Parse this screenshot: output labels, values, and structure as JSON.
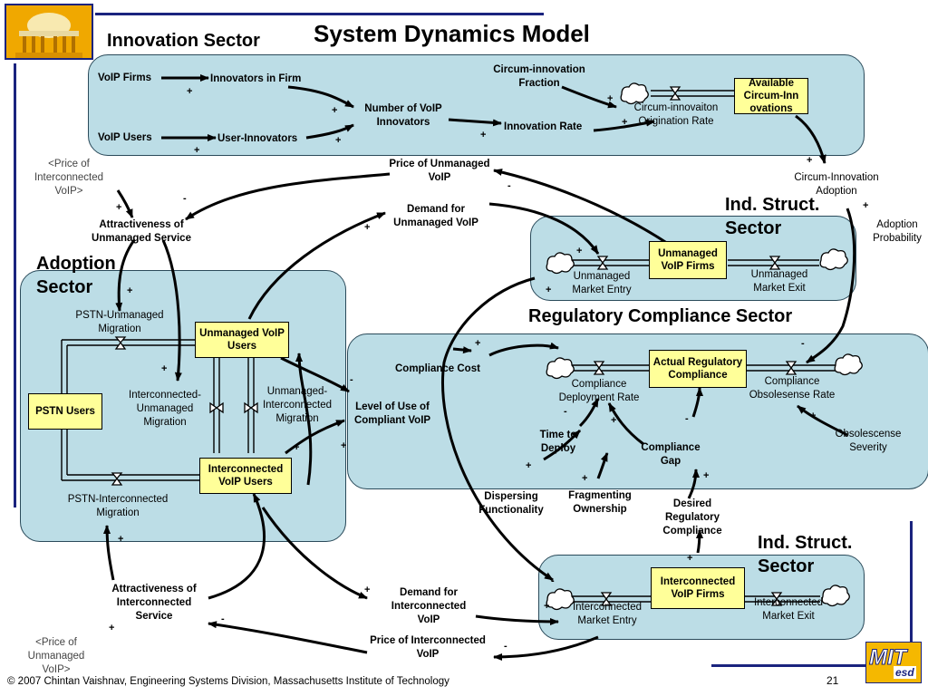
{
  "title": "System Dynamics Model",
  "sectors": {
    "innovation": "Innovation Sector",
    "adoption": "Adoption Sector",
    "ind_struct_1": "Ind. Struct. Sector",
    "regulatory": "Regulatory Compliance Sector",
    "ind_struct_2": "Ind. Struct. Sector"
  },
  "stocks": {
    "available_circum": "Available Circum-Inn ovations",
    "unmanaged_firms": "Unmanaged VoIP Firms",
    "unmanaged_users": "Unmanaged VoIP Users",
    "pstn_users": "PSTN Users",
    "interconnected_users": "Interconnected VoIP Users",
    "actual_compliance": "Actual Regulatory Compliance",
    "interconnected_firms": "Interconnected VoIP Firms"
  },
  "variables": {
    "voip_firms": "VoIP Firms",
    "innovators_in_firm": "Innovators in Firm",
    "voip_users": "VoIP Users",
    "user_innovators": "User-Innovators",
    "number_of_innovators": "Number of VoIP Innovators",
    "innovation_rate": "Innovation Rate",
    "circum_fraction": "Circum-innovation Fraction",
    "circum_origination": "Circum-innovaiton Origination Rate",
    "circum_adoption": "Circum-Innovation Adoption",
    "adoption_probability": "Adoption Probability",
    "price_interconnected_top": "<Price of Interconnected VoIP>",
    "price_unmanaged": "Price of Unmanaged VoIP",
    "demand_unmanaged": "Demand for Unmanaged VoIP",
    "attract_unmanaged": "Attractiveness of Unmanaged Service",
    "pstn_unmanaged_migration": "PSTN-Unmanaged Migration",
    "interconnected_unmanaged_migration": "Interconnected- Unmanaged Migration",
    "unmanaged_interconnected_migration": "Unmanaged- Interconnected Migration",
    "level_of_use": "Level of Use of Compliant VoIP",
    "pstn_interconnected_migration": "PSTN-Interconnected Migration",
    "unmanaged_market_entry": "Unmanaged Market Entry",
    "unmanaged_market_exit": "Unmanaged Market Exit",
    "compliance_cost": "Compliance Cost",
    "compliance_deployment": "Compliance Deployment Rate",
    "compliance_obsolescense": "Compliance Obsolesense Rate",
    "obsolescense_severity": "Obsolescense Severity",
    "time_to_deploy": "Time to Deploy",
    "compliance_gap": "Compliance Gap",
    "dispersing_functionality": "Dispersing Functionality",
    "fragmenting_ownership": "Fragmenting Ownership",
    "desired_compliance": "Desired Regulatory Compliance",
    "attract_interconnected": "Attractiveness of Interconnected Service",
    "demand_interconnected": "Demand for Interconnected VoIP",
    "price_interconnected": "Price of Interconnected VoIP",
    "price_unmanaged_bottom": "<Price of Unmanaged VoIP>",
    "interconnected_market_entry": "Interconnected Market Entry",
    "interconnected_market_exit": "Interconnected Market Exit"
  },
  "footer": {
    "copyright": "© 2007 Chintan Vaishnav, Engineering Systems Division, Massachusetts Institute of Technology",
    "page_number": "21",
    "logo_text": "MIT",
    "logo_sub": "esd"
  },
  "colors": {
    "sector_fill": "#bcdde6",
    "stock_fill": "#ffff99",
    "accent": "#1a237e"
  }
}
